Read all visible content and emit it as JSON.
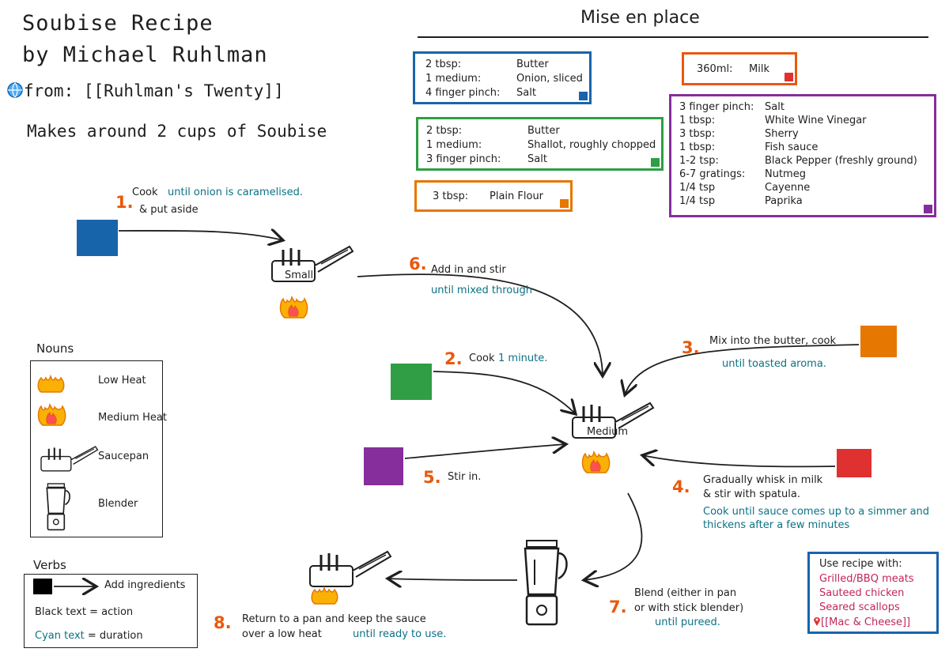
{
  "header": {
    "title_line1": "Soubise Recipe",
    "title_line2": "by Michael Ruhlman",
    "from": "from: [[Ruhlman's Twenty]]",
    "makes": "Makes around 2 cups of Soubise"
  },
  "mise": {
    "title": "Mise en place",
    "blue": [
      {
        "qty": "2 tbsp:",
        "item": "Butter"
      },
      {
        "qty": "1 medium:",
        "item": "Onion, sliced"
      },
      {
        "qty": "4 finger pinch:",
        "item": "Salt"
      }
    ],
    "green": [
      {
        "qty": "2 tbsp:",
        "item": "Butter"
      },
      {
        "qty": "1 medium:",
        "item": "Shallot, roughly chopped"
      },
      {
        "qty": "3 finger pinch:",
        "item": "Salt"
      }
    ],
    "orange": [
      {
        "qty": "3 tbsp:",
        "item": "Plain Flour"
      }
    ],
    "red": [
      {
        "qty": "360ml:",
        "item": "Milk"
      }
    ],
    "purple": [
      {
        "qty": "3 finger pinch:",
        "item": "Salt"
      },
      {
        "qty": "1 tbsp:",
        "item": "White Wine Vinegar"
      },
      {
        "qty": "3 tbsp:",
        "item": "Sherry"
      },
      {
        "qty": "1 tbsp:",
        "item": "Fish sauce"
      },
      {
        "qty": "1-2 tsp:",
        "item": "Black Pepper (freshly ground)"
      },
      {
        "qty": "6-7 gratings:",
        "item": "Nutmeg"
      },
      {
        "qty": "1/4 tsp",
        "item": "Cayenne"
      },
      {
        "qty": "1/4 tsp",
        "item": "Paprika"
      }
    ]
  },
  "steps": {
    "s1": {
      "num": "1.",
      "action": "Cook",
      "duration": "until onion is caramelised.",
      "action2": "& put aside"
    },
    "s2": {
      "num": "2.",
      "action": "Cook",
      "duration": "1 minute."
    },
    "s3": {
      "num": "3.",
      "action": "Mix into the butter, cook",
      "duration": "until toasted aroma."
    },
    "s4": {
      "num": "4.",
      "action": "Gradually whisk in milk",
      "action2": "& stir with spatula.",
      "duration": "Cook until sauce comes up to a simmer and",
      "duration2": "thickens after a few minutes"
    },
    "s5": {
      "num": "5.",
      "action": "Stir in."
    },
    "s6": {
      "num": "6.",
      "action": "Add in and stir",
      "duration": "until mixed through"
    },
    "s7": {
      "num": "7.",
      "action": "Blend (either in pan",
      "action2": "or with stick blender)",
      "duration": "until pureed."
    },
    "s8": {
      "num": "8.",
      "action": "Return to a pan and keep the sauce",
      "action2": "over a low heat",
      "duration": "until ready to use."
    }
  },
  "pans": {
    "small": "Small",
    "medium": "Medium"
  },
  "nouns": {
    "title": "Nouns",
    "items": [
      "Low Heat",
      "Medium Heat",
      "Saucepan",
      "Blender"
    ]
  },
  "verbs": {
    "title": "Verbs",
    "add": "Add ingredients",
    "black_text": "Black text = action",
    "cyan_word": "Cyan text",
    "cyan_rest": " = duration"
  },
  "use_with": {
    "title": "Use recipe with:",
    "items": [
      "Grilled/BBQ meats",
      "Sauteed chicken",
      "Seared scallops",
      "[[Mac & Cheese]]"
    ]
  },
  "colors": {
    "blue": "#1864ab",
    "green": "#2f9e44",
    "orange": "#e67700",
    "red": "#e03131",
    "purple": "#862e9c",
    "cyan": "#0b7285",
    "step": "#e8590c",
    "flame": "#fab005"
  },
  "icons": [
    "globe-icon",
    "flame-icon",
    "saucepan-icon",
    "blender-icon",
    "pin-icon"
  ]
}
